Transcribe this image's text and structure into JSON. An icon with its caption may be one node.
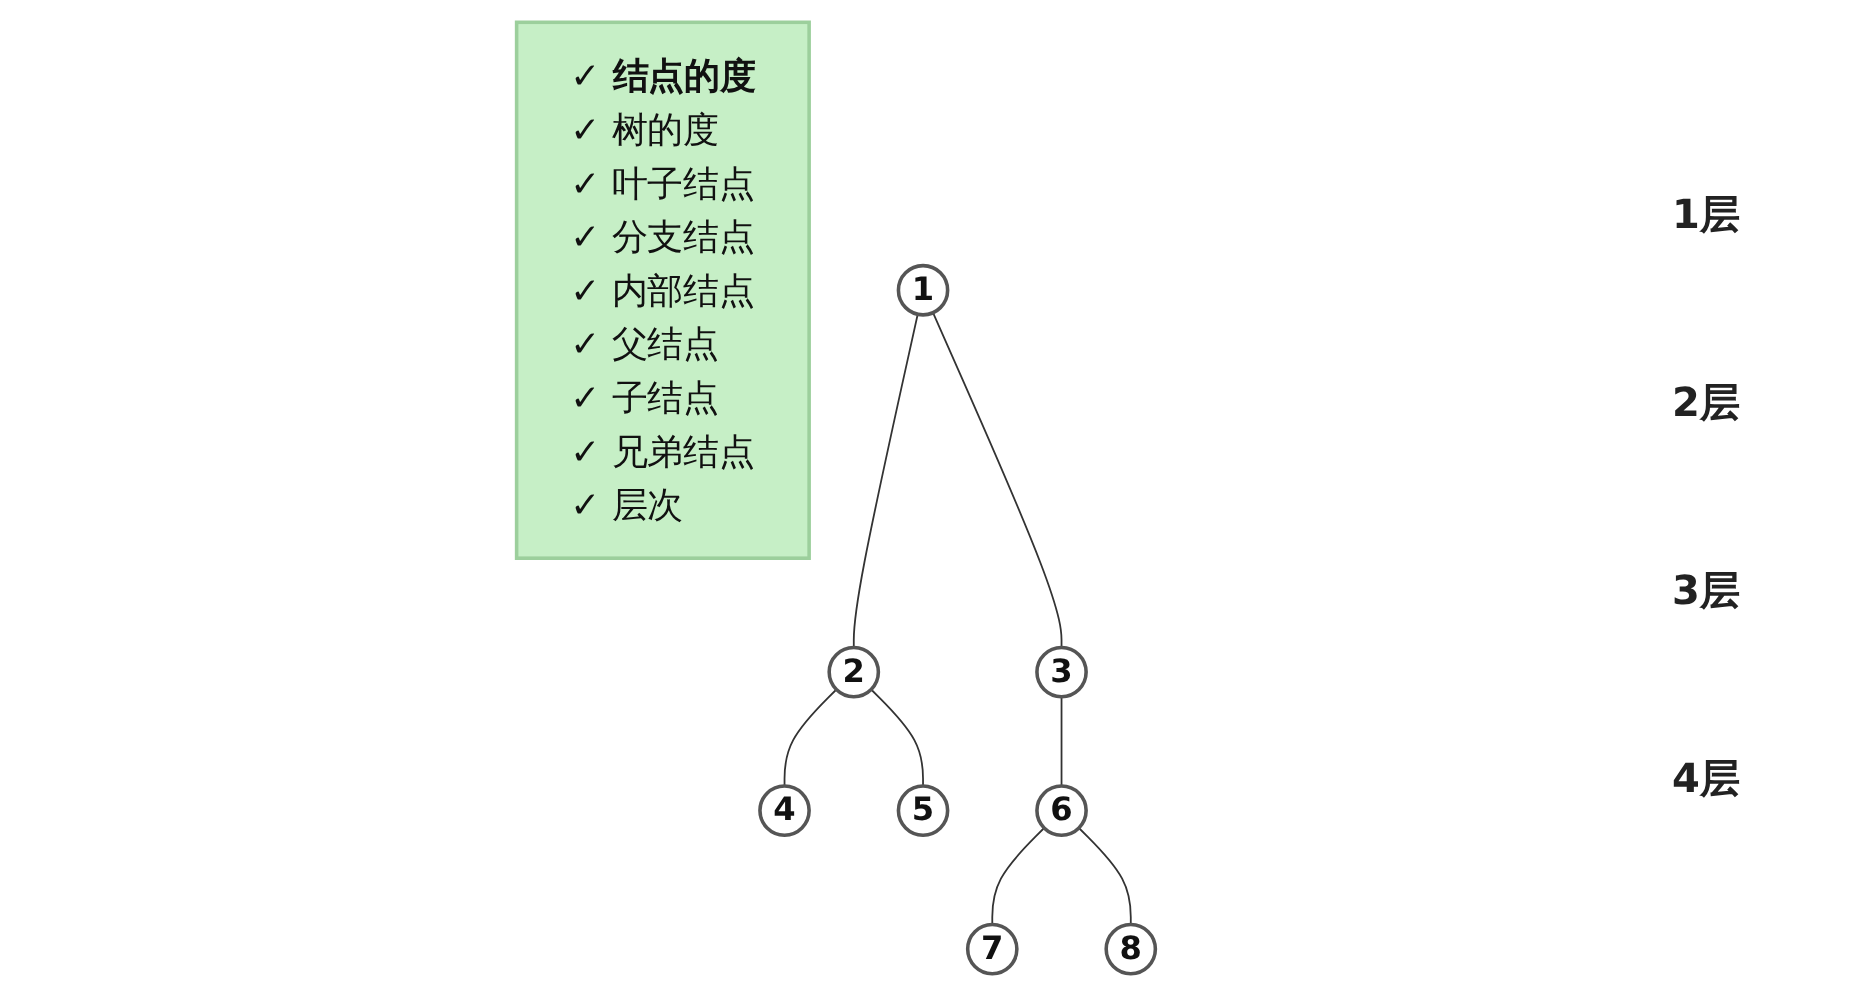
{
  "diagram": {
    "nodes": [
      {
        "text": [
          "✓ 结点的度",
          "✓ 树的度",
          "✓ 叶子结点",
          "✓ 分支结点",
          "✓ 内部结点",
          "✓ 父结点",
          "✓ 子结点",
          "✓ 兄弟结点",
          "✓ 层次"
        ]
      },
      {
        "text": [
          "1"
        ]
      },
      {
        "text": [
          "2"
        ]
      },
      {
        "text": [
          "3"
        ]
      },
      {
        "text": [
          "4"
        ]
      },
      {
        "text": [
          "5"
        ]
      },
      {
        "text": [
          "6"
        ]
      },
      {
        "text": [
          "7"
        ]
      },
      {
        "text": [
          "8"
        ]
      }
    ],
    "edges": [
      {
        "from": 1,
        "to": 2,
        "arrow": "none"
      },
      {
        "from": 1,
        "to": 3,
        "arrow": "none"
      },
      {
        "from": 2,
        "to": 4,
        "arrow": "none"
      },
      {
        "from": 2,
        "to": 5,
        "arrow": "none"
      },
      {
        "from": 3,
        "to": 6,
        "arrow": "none"
      },
      {
        "from": 6,
        "to": 7,
        "arrow": "none"
      },
      {
        "from": 6,
        "to": 8,
        "arrow": "none"
      }
    ],
    "labels": [
      "1层",
      "2层",
      "3层",
      "4层"
    ]
  }
}
